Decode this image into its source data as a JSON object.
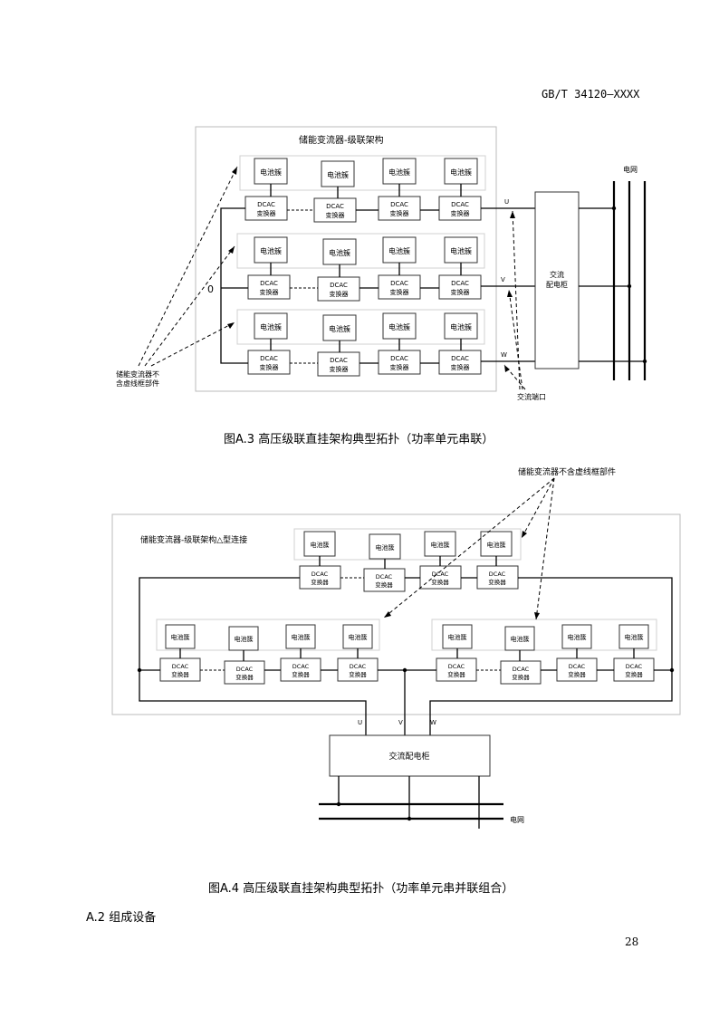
{
  "header": {
    "code": "GB/T 34120—XXXX"
  },
  "fig3": {
    "title": "储能变流器-级联架构",
    "battery": "电池簇",
    "converter_l1": "DCAC",
    "converter_l2": "变换器",
    "grid": "电网",
    "cabinet_l1": "交流",
    "cabinet_l2": "配电柜",
    "zero": "0",
    "u": "U",
    "v": "V",
    "w": "W",
    "note_l1": "储能变流器不",
    "note_l2": "含虚线框部件",
    "ac_port": "交流端口",
    "caption": "图A.3 高压级联直挂架构典型拓扑（功率单元串联）"
  },
  "fig4": {
    "title": "储能变流器-级联架构△型连接",
    "note": "储能变流器不含虚线框部件",
    "battery": "电池簇",
    "converter_l1": "DCAC",
    "converter_l2": "变换器",
    "cabinet": "交流配电柜",
    "grid": "电网",
    "u": "U",
    "v": "V",
    "w": "W",
    "caption": "图A.4 高压级联直挂架构典型拓扑（功率单元串并联组合）"
  },
  "section": {
    "heading": "A.2  组成设备"
  },
  "page_number": "28"
}
